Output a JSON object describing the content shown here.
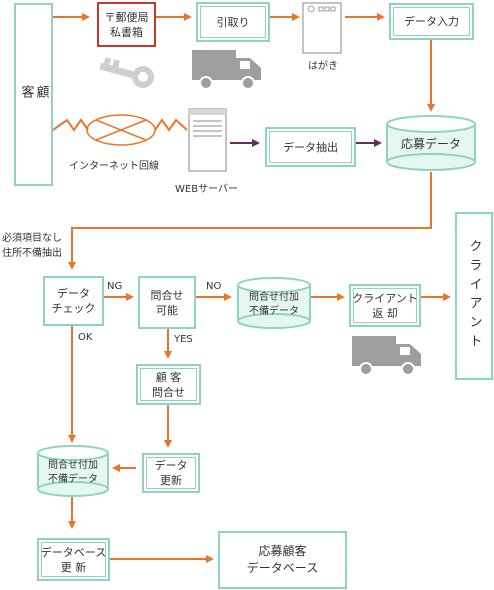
{
  "nodes": {
    "customer": "顧\n客",
    "postbox": "〒郵便局\n私書箱",
    "pickup": "引取り",
    "data_entry": "データ入力",
    "data_extract": "データ抽出",
    "application_data": "応募データ",
    "client": "クライアント",
    "data_check": "データ\nチェック",
    "inquiry_possible": "問合せ\n可能",
    "inquiry_incomplete_1": "問合せ付加\n不備データ",
    "client_return": "クライアント\n返 却",
    "customer_inquiry": "顧 客\n問合せ",
    "data_update": "データ\n更新",
    "inquiry_incomplete_2": "問合せ付加\n不備データ",
    "database_update": "データベース\n更 新",
    "application_customer_db": "応募顧客\nデータベース"
  },
  "labels": {
    "postcard": "はがき",
    "internet": "インターネット回線",
    "web_server": "WEBサーバー",
    "missing_required": "必須項目なし\n住所不備抽出",
    "ng": "NG",
    "no": "NO",
    "ok": "OK",
    "yes": "YES"
  },
  "colors": {
    "box_border": "#8fd4c2",
    "postbox_border": "#c0392b",
    "arrow": "#e8762a",
    "purple_arrow": "#6b2a5c",
    "truck": "#9e9e9e",
    "cylinder_fill": "#e6f6f2"
  }
}
